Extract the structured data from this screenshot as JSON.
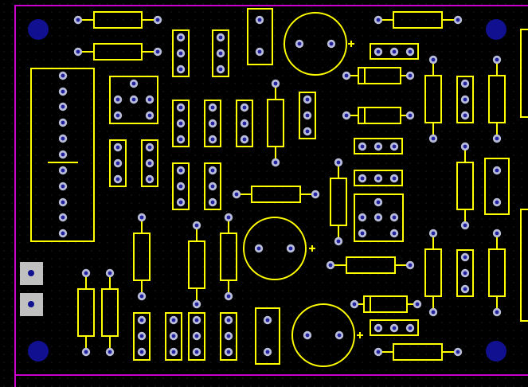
{
  "colors": {
    "background": "#000000",
    "grid_dot": "#3a3a3a",
    "board_outline": "#cc00cc",
    "silkscreen": "#ffff00",
    "pad_ring": "#b8bcd8",
    "pad_hole": "#2020a0",
    "mount_hole": "#101090",
    "connector_pad": "#c0c0c0",
    "connector_hole": "#101090"
  },
  "icons": {
    "polarity_mark": "plus-marker",
    "pin": "via-pad",
    "mount": "mounting-hole"
  }
}
